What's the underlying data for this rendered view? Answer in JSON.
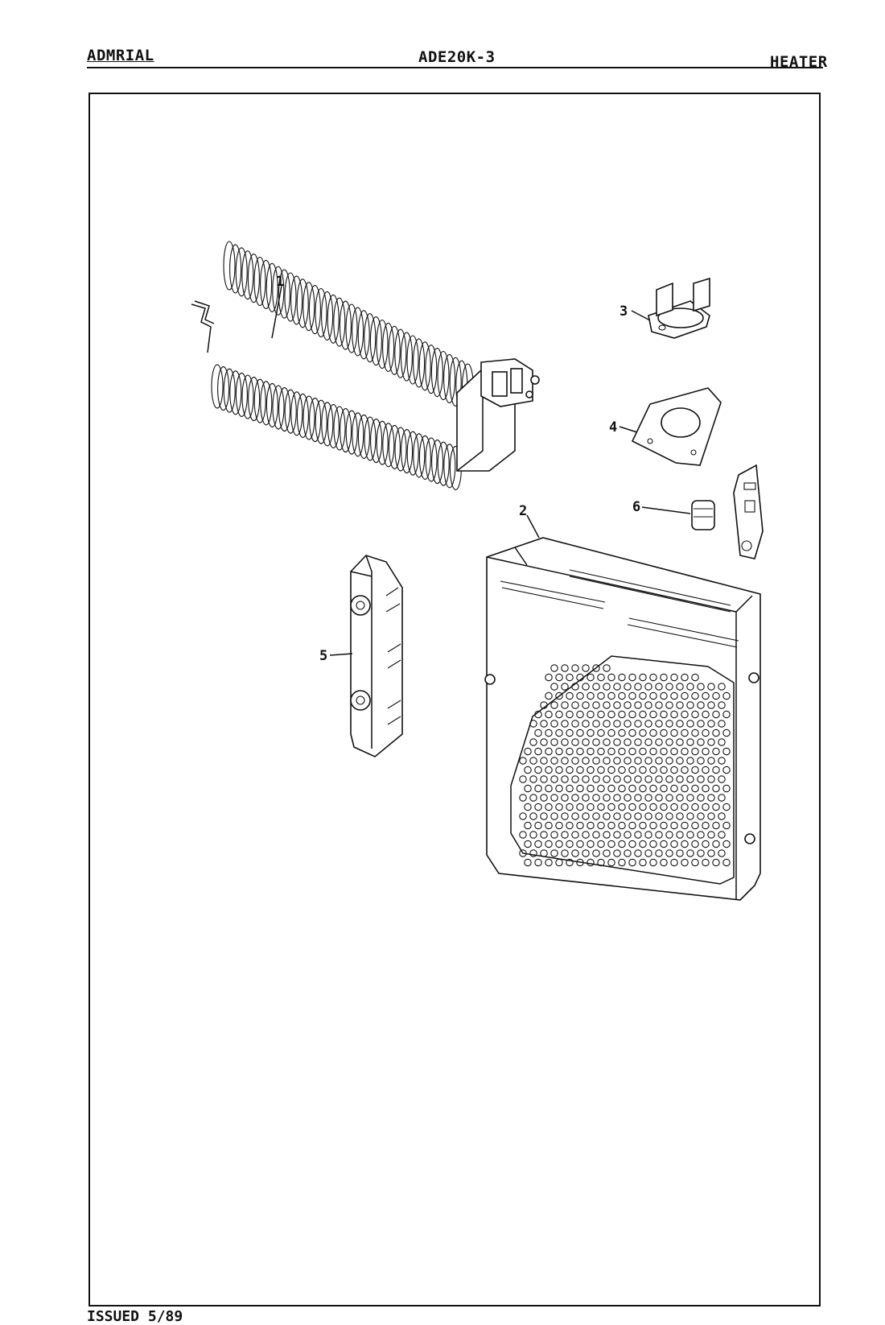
{
  "header": {
    "brand": "ADMRIAL",
    "model": "ADE20K-3",
    "section": "HEATER"
  },
  "footer": {
    "issued": "ISSUED 5/89"
  },
  "callouts": [
    "1",
    "2",
    "3",
    "4",
    "5",
    "6"
  ]
}
